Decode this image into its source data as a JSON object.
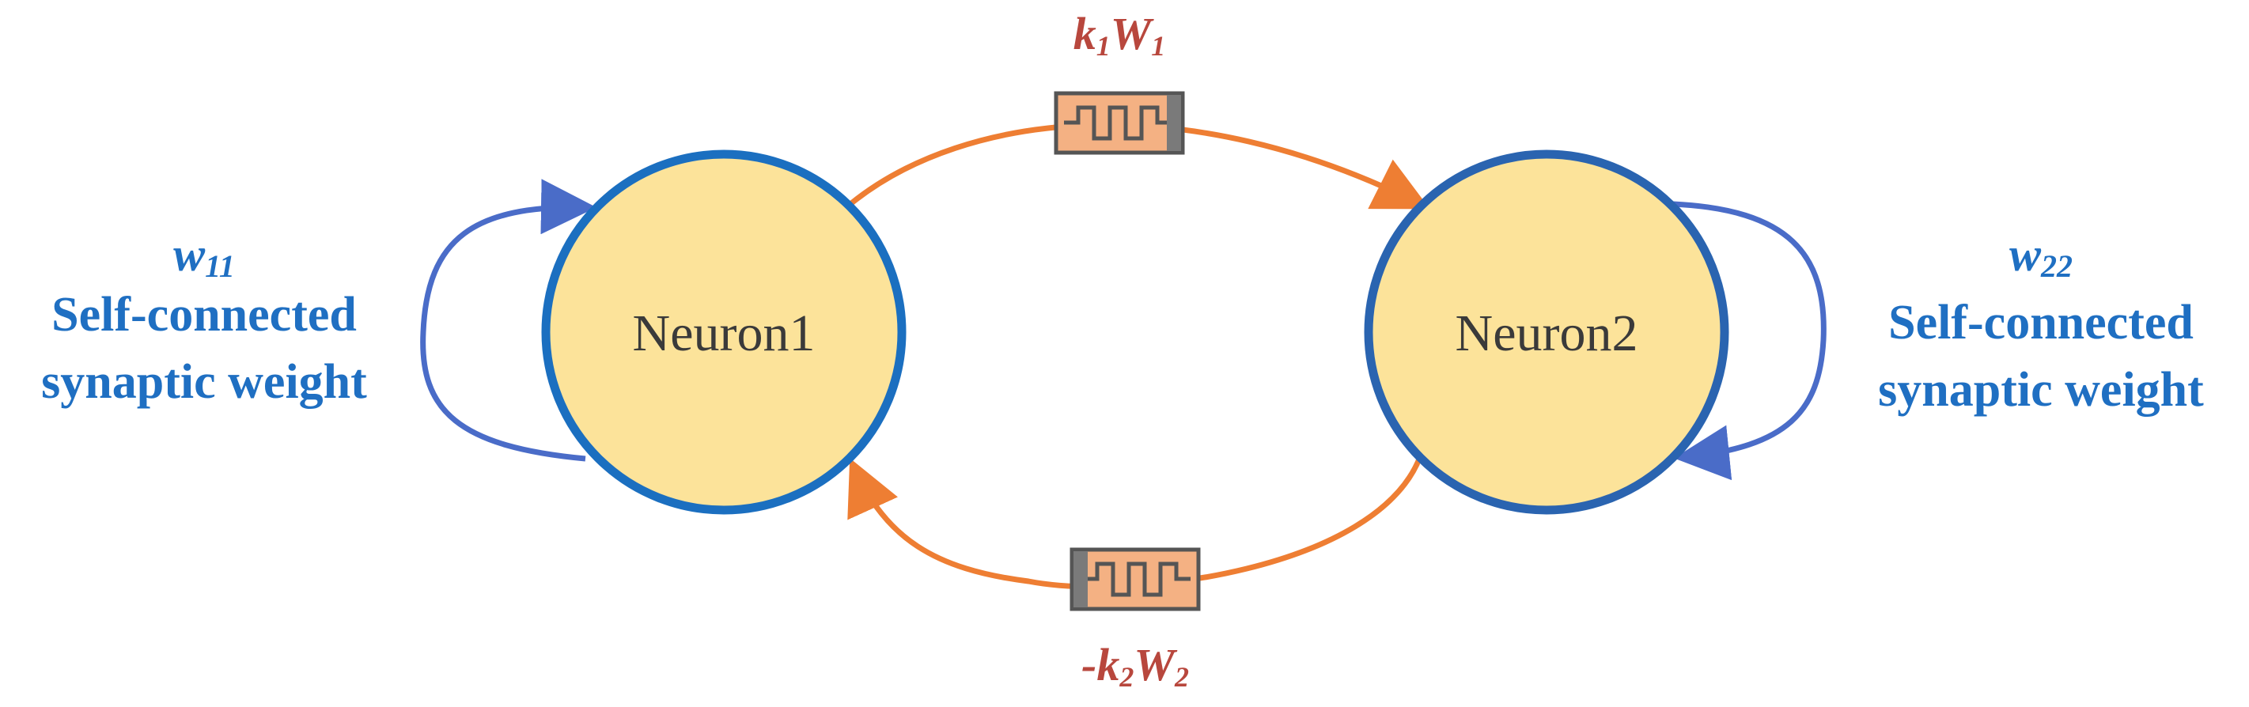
{
  "colors": {
    "neuron_fill": "#FCE39A",
    "neuron_stroke": "#1B6FC0",
    "self_loop": "#4A6CC8",
    "coupling": "#EE7E33",
    "self_text": "#1F6FC2",
    "coupling_text": "#B8473D",
    "memristor_body": "#F4B183",
    "memristor_border": "#555555",
    "memristor_cap": "#7A7A7A"
  },
  "neurons": {
    "n1": {
      "label": "Neuron1"
    },
    "n2": {
      "label": "Neuron2"
    }
  },
  "self_connections": {
    "left": {
      "symbol": "w",
      "subscript": "11",
      "line1": "Self-connected",
      "line2": "synaptic weight"
    },
    "right": {
      "symbol": "w",
      "subscript": "22",
      "line1": "Self-connected",
      "line2": "synaptic weight"
    }
  },
  "couplings": {
    "top": {
      "sign": "",
      "k": "k",
      "k_sub": "1",
      "W": "W",
      "W_sub": "1"
    },
    "bottom": {
      "sign": "-",
      "k": "k",
      "k_sub": "2",
      "W": "W",
      "W_sub": "2"
    }
  },
  "icons": {
    "top_memristor": "memristor-icon",
    "bottom_memristor": "memristor-icon"
  }
}
